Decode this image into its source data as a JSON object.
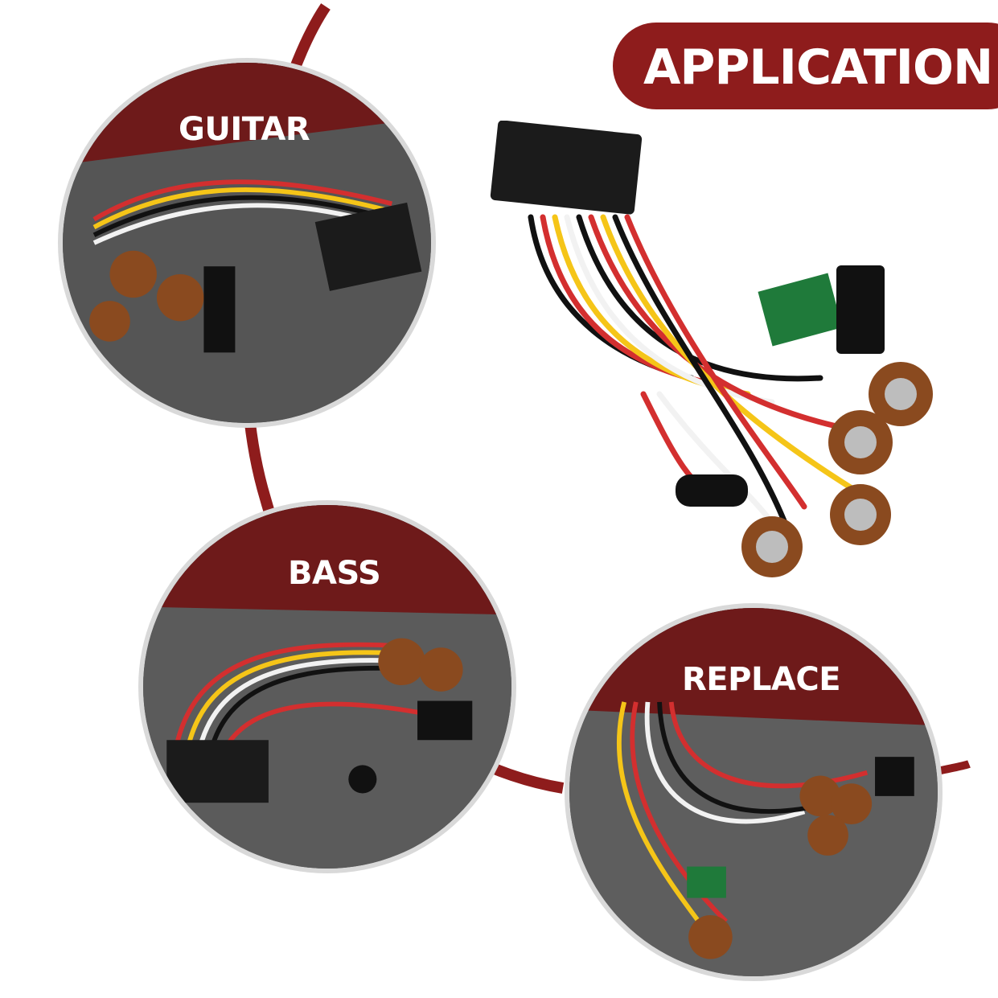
{
  "header": {
    "title": "APPLICATION"
  },
  "panels": [
    {
      "label": "GUITAR"
    },
    {
      "label": "BASS"
    },
    {
      "label": "REPLACE"
    }
  ],
  "colors": {
    "accent": "#8e1c1c",
    "ring": "#d9d9d9",
    "surface": "#5a5a5a"
  }
}
